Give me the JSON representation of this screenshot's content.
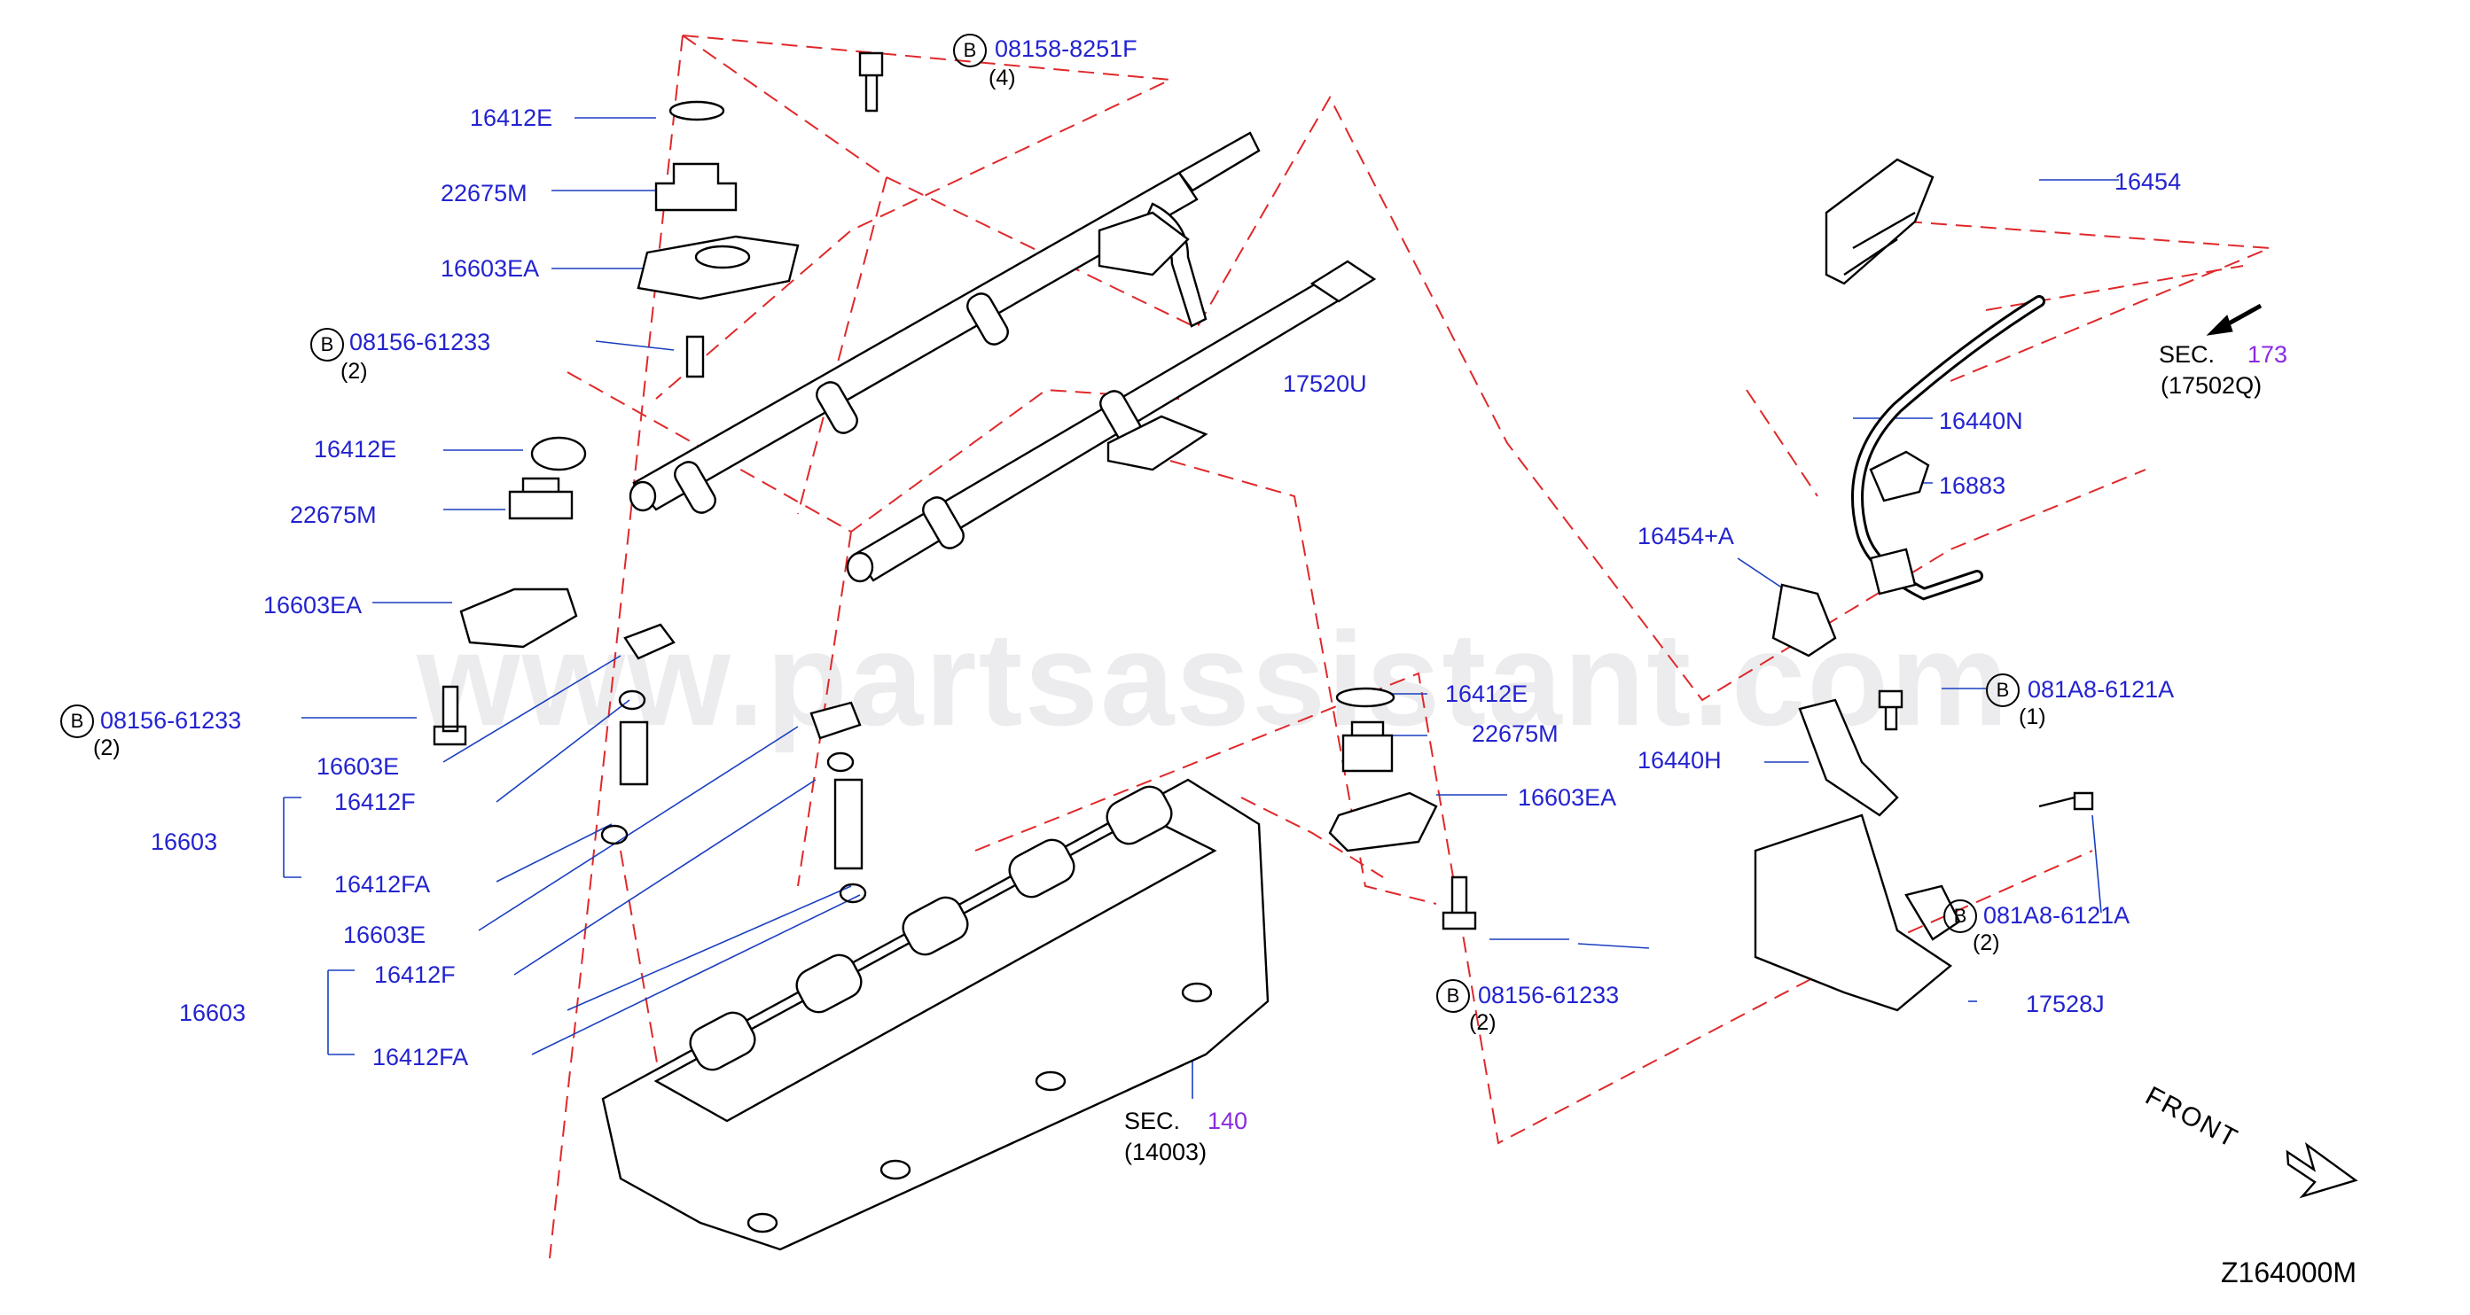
{
  "watermark": "www.partsassistant.com",
  "diagram_code": "Z164000M",
  "front_label": "FRONT",
  "labels": {
    "p16412E_a": "16412E",
    "p22675M_a": "22675M",
    "p16603EA_a": "16603EA",
    "bolt_08156_a": "08156-61233",
    "bolt_08156_a_qty": "(2)",
    "bolt_08158": "08158-8251F",
    "bolt_08158_qty": "(4)",
    "p16412E_b": "16412E",
    "p22675M_b": "22675M",
    "p16603EA_b": "16603EA",
    "bolt_08156_b": "08156-61233",
    "bolt_08156_b_qty": "(2)",
    "p16603E_a": "16603E",
    "p16412F_a": "16412F",
    "p16603_a": "16603",
    "p16412FA_a": "16412FA",
    "p16603E_b": "16603E",
    "p16412F_b": "16412F",
    "p16603_b": "16603",
    "p16412FA_b": "16412FA",
    "p17520U": "17520U",
    "p16454": "16454",
    "sec173_prefix": "SEC.",
    "sec173_num": "173",
    "sec173_ref": "(17502Q)",
    "p16440N": "16440N",
    "p16883": "16883",
    "p16454A": "16454+A",
    "p16412E_c": "16412E",
    "p22675M_c": "22675M",
    "p16603EA_c": "16603EA",
    "bolt_08156_c": "08156-61233",
    "bolt_08156_c_qty": "(2)",
    "bolt_081A8_a": "081A8-6121A",
    "bolt_081A8_a_qty": "(1)",
    "p16440H": "16440H",
    "bolt_081A8_b": "081A8-6121A",
    "bolt_081A8_b_qty": "(2)",
    "p17528J": "17528J",
    "sec140_prefix": "SEC.",
    "sec140_num": "140",
    "sec140_ref": "(14003)",
    "b_symbol": "B"
  },
  "colors": {
    "label": "#2323d0",
    "section_number": "#8a2be2",
    "dashed_line": "#e0282a",
    "outline": "#000000"
  }
}
